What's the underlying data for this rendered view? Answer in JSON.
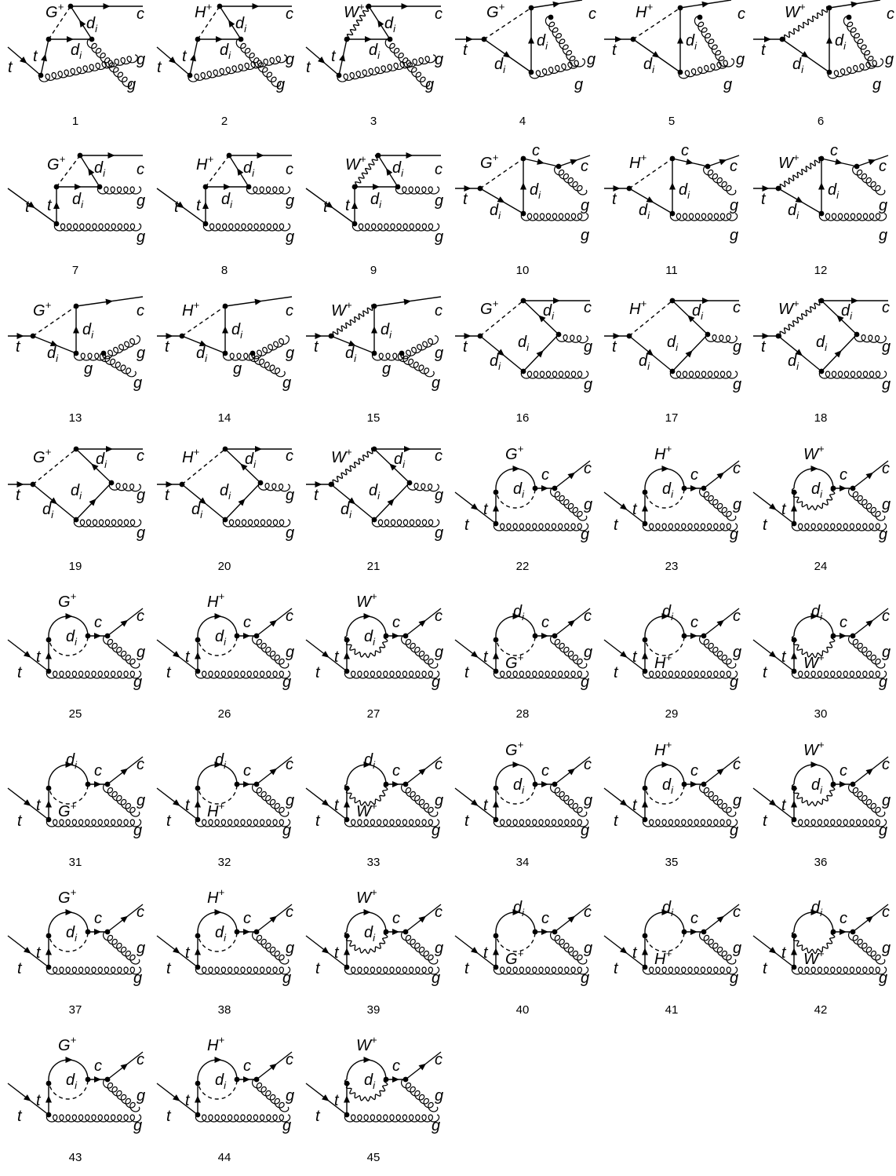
{
  "diagrams": [
    {
      "number": "1",
      "topology": "vertex",
      "loop_boson": "G",
      "loop_boson_style": "dashed",
      "labels": [
        "t",
        "d_i",
        "c",
        "g",
        "g"
      ]
    },
    {
      "number": "2",
      "topology": "vertex",
      "loop_boson": "H",
      "loop_boson_style": "dashed",
      "labels": [
        "t",
        "d_i",
        "c",
        "g",
        "g"
      ]
    },
    {
      "number": "3",
      "topology": "vertex",
      "loop_boson": "W",
      "loop_boson_style": "wavy",
      "labels": [
        "t",
        "d_i",
        "c",
        "g",
        "g"
      ]
    },
    {
      "number": "4",
      "topology": "box",
      "loop_boson": "G",
      "loop_boson_style": "dashed",
      "labels": [
        "t",
        "d_i",
        "c",
        "g",
        "g"
      ]
    },
    {
      "number": "5",
      "topology": "box",
      "loop_boson": "H",
      "loop_boson_style": "dashed",
      "labels": [
        "t",
        "d_i",
        "c",
        "g",
        "g"
      ]
    },
    {
      "number": "6",
      "topology": "box",
      "loop_boson": "W",
      "loop_boson_style": "wavy",
      "labels": [
        "t",
        "d_i",
        "c",
        "g",
        "g"
      ]
    },
    {
      "number": "7",
      "topology": "vertex",
      "loop_boson": "G",
      "loop_boson_style": "dashed",
      "labels": [
        "t",
        "d_i",
        "c",
        "g",
        "g"
      ]
    },
    {
      "number": "8",
      "topology": "vertex",
      "loop_boson": "H",
      "loop_boson_style": "dashed",
      "labels": [
        "t",
        "d_i",
        "c",
        "g",
        "g"
      ]
    },
    {
      "number": "9",
      "topology": "vertex",
      "loop_boson": "W",
      "loop_boson_style": "wavy",
      "labels": [
        "t",
        "d_i",
        "c",
        "g",
        "g"
      ]
    },
    {
      "number": "10",
      "topology": "box",
      "loop_boson": "G",
      "loop_boson_style": "dashed",
      "labels": [
        "t",
        "d_i",
        "c",
        "g",
        "g"
      ]
    },
    {
      "number": "11",
      "topology": "box",
      "loop_boson": "H",
      "loop_boson_style": "dashed",
      "labels": [
        "t",
        "d_i",
        "c",
        "g",
        "g"
      ]
    },
    {
      "number": "12",
      "topology": "box",
      "loop_boson": "W",
      "loop_boson_style": "wavy",
      "labels": [
        "t",
        "d_i",
        "c",
        "g",
        "g"
      ]
    },
    {
      "number": "13",
      "topology": "box",
      "loop_boson": "G",
      "loop_boson_style": "dashed",
      "labels": [
        "t",
        "d_i",
        "c",
        "g",
        "g"
      ]
    },
    {
      "number": "14",
      "topology": "box",
      "loop_boson": "H",
      "loop_boson_style": "dashed",
      "labels": [
        "t",
        "d_i",
        "c",
        "g",
        "g"
      ]
    },
    {
      "number": "15",
      "topology": "box",
      "loop_boson": "W",
      "loop_boson_style": "wavy",
      "labels": [
        "t",
        "d_i",
        "c",
        "g",
        "g"
      ]
    },
    {
      "number": "16",
      "topology": "box",
      "loop_boson": "G",
      "loop_boson_style": "dashed",
      "labels": [
        "t",
        "d_i",
        "c",
        "g",
        "g"
      ]
    },
    {
      "number": "17",
      "topology": "box",
      "loop_boson": "H",
      "loop_boson_style": "dashed",
      "labels": [
        "t",
        "d_i",
        "c",
        "g",
        "g"
      ]
    },
    {
      "number": "18",
      "topology": "box",
      "loop_boson": "W",
      "loop_boson_style": "wavy",
      "labels": [
        "t",
        "d_i",
        "c",
        "g",
        "g"
      ]
    },
    {
      "number": "19",
      "topology": "box",
      "loop_boson": "G",
      "loop_boson_style": "dashed",
      "labels": [
        "t",
        "d_i",
        "c",
        "g",
        "g"
      ]
    },
    {
      "number": "20",
      "topology": "box",
      "loop_boson": "H",
      "loop_boson_style": "dashed",
      "labels": [
        "t",
        "d_i",
        "c",
        "g",
        "g"
      ]
    },
    {
      "number": "21",
      "topology": "box",
      "loop_boson": "W",
      "loop_boson_style": "wavy",
      "labels": [
        "t",
        "d_i",
        "c",
        "g",
        "g"
      ]
    },
    {
      "number": "22",
      "topology": "self-energy",
      "loop_boson": "G",
      "loop_boson_style": "dashed",
      "labels": [
        "t",
        "d_i",
        "c",
        "g",
        "g"
      ]
    },
    {
      "number": "23",
      "topology": "self-energy",
      "loop_boson": "H",
      "loop_boson_style": "dashed",
      "labels": [
        "t",
        "d_i",
        "c",
        "g",
        "g"
      ]
    },
    {
      "number": "24",
      "topology": "self-energy",
      "loop_boson": "W",
      "loop_boson_style": "wavy",
      "labels": [
        "t",
        "d_i",
        "c",
        "g",
        "g"
      ]
    },
    {
      "number": "25",
      "topology": "self-energy",
      "loop_boson": "G",
      "loop_boson_style": "dashed",
      "labels": [
        "t",
        "d_i",
        "c",
        "g",
        "g"
      ]
    },
    {
      "number": "26",
      "topology": "self-energy",
      "loop_boson": "H",
      "loop_boson_style": "dashed",
      "labels": [
        "t",
        "d_i",
        "c",
        "g",
        "g"
      ]
    },
    {
      "number": "27",
      "topology": "self-energy",
      "loop_boson": "W",
      "loop_boson_style": "wavy",
      "labels": [
        "t",
        "d_i",
        "c",
        "g",
        "g"
      ]
    },
    {
      "number": "28",
      "topology": "self-energy",
      "loop_boson": "G",
      "loop_boson_style": "dashed",
      "labels": [
        "t",
        "d_i",
        "c",
        "g",
        "g"
      ]
    },
    {
      "number": "29",
      "topology": "self-energy",
      "loop_boson": "H",
      "loop_boson_style": "dashed",
      "labels": [
        "t",
        "d_i",
        "c",
        "g",
        "g"
      ]
    },
    {
      "number": "30",
      "topology": "self-energy",
      "loop_boson": "W",
      "loop_boson_style": "wavy",
      "labels": [
        "t",
        "d_i",
        "c",
        "g",
        "g"
      ]
    },
    {
      "number": "31",
      "topology": "self-energy",
      "loop_boson": "G",
      "loop_boson_style": "dashed",
      "labels": [
        "t",
        "d_i",
        "c",
        "g",
        "g"
      ]
    },
    {
      "number": "32",
      "topology": "self-energy",
      "loop_boson": "H",
      "loop_boson_style": "dashed",
      "labels": [
        "t",
        "d_i",
        "c",
        "g",
        "g"
      ]
    },
    {
      "number": "33",
      "topology": "self-energy",
      "loop_boson": "W",
      "loop_boson_style": "wavy",
      "labels": [
        "t",
        "d_i",
        "c",
        "g",
        "g"
      ]
    },
    {
      "number": "34",
      "topology": "self-energy",
      "loop_boson": "G",
      "loop_boson_style": "dashed",
      "labels": [
        "t",
        "d_i",
        "c",
        "g",
        "g"
      ]
    },
    {
      "number": "35",
      "topology": "self-energy",
      "loop_boson": "H",
      "loop_boson_style": "dashed",
      "labels": [
        "t",
        "d_i",
        "c",
        "g",
        "g"
      ]
    },
    {
      "number": "36",
      "topology": "self-energy",
      "loop_boson": "W",
      "loop_boson_style": "wavy",
      "labels": [
        "t",
        "d_i",
        "c",
        "g",
        "g"
      ]
    },
    {
      "number": "37",
      "topology": "self-energy",
      "loop_boson": "G",
      "loop_boson_style": "dashed",
      "labels": [
        "t",
        "d_i",
        "c",
        "g",
        "g"
      ]
    },
    {
      "number": "38",
      "topology": "self-energy",
      "loop_boson": "H",
      "loop_boson_style": "dashed",
      "labels": [
        "t",
        "d_i",
        "c",
        "g",
        "g"
      ]
    },
    {
      "number": "39",
      "topology": "self-energy",
      "loop_boson": "W",
      "loop_boson_style": "wavy",
      "labels": [
        "t",
        "d_i",
        "c",
        "g",
        "g"
      ]
    },
    {
      "number": "40",
      "topology": "self-energy",
      "loop_boson": "G",
      "loop_boson_style": "dashed",
      "labels": [
        "t",
        "d_i",
        "c",
        "g",
        "g"
      ]
    },
    {
      "number": "41",
      "topology": "self-energy",
      "loop_boson": "H",
      "loop_boson_style": "dashed",
      "labels": [
        "t",
        "d_i",
        "c",
        "g",
        "g"
      ]
    },
    {
      "number": "42",
      "topology": "self-energy",
      "loop_boson": "W",
      "loop_boson_style": "wavy",
      "labels": [
        "t",
        "d_i",
        "c",
        "g",
        "g"
      ]
    },
    {
      "number": "43",
      "topology": "self-energy",
      "loop_boson": "G",
      "loop_boson_style": "dashed",
      "labels": [
        "t",
        "d_i",
        "c",
        "g",
        "g"
      ]
    },
    {
      "number": "44",
      "topology": "self-energy",
      "loop_boson": "H",
      "loop_boson_style": "dashed",
      "labels": [
        "t",
        "d_i",
        "c",
        "g",
        "g"
      ]
    },
    {
      "number": "45",
      "topology": "self-energy",
      "loop_boson": "W",
      "loop_boson_style": "wavy",
      "labels": [
        "t",
        "d_i",
        "c",
        "g",
        "g"
      ]
    }
  ]
}
